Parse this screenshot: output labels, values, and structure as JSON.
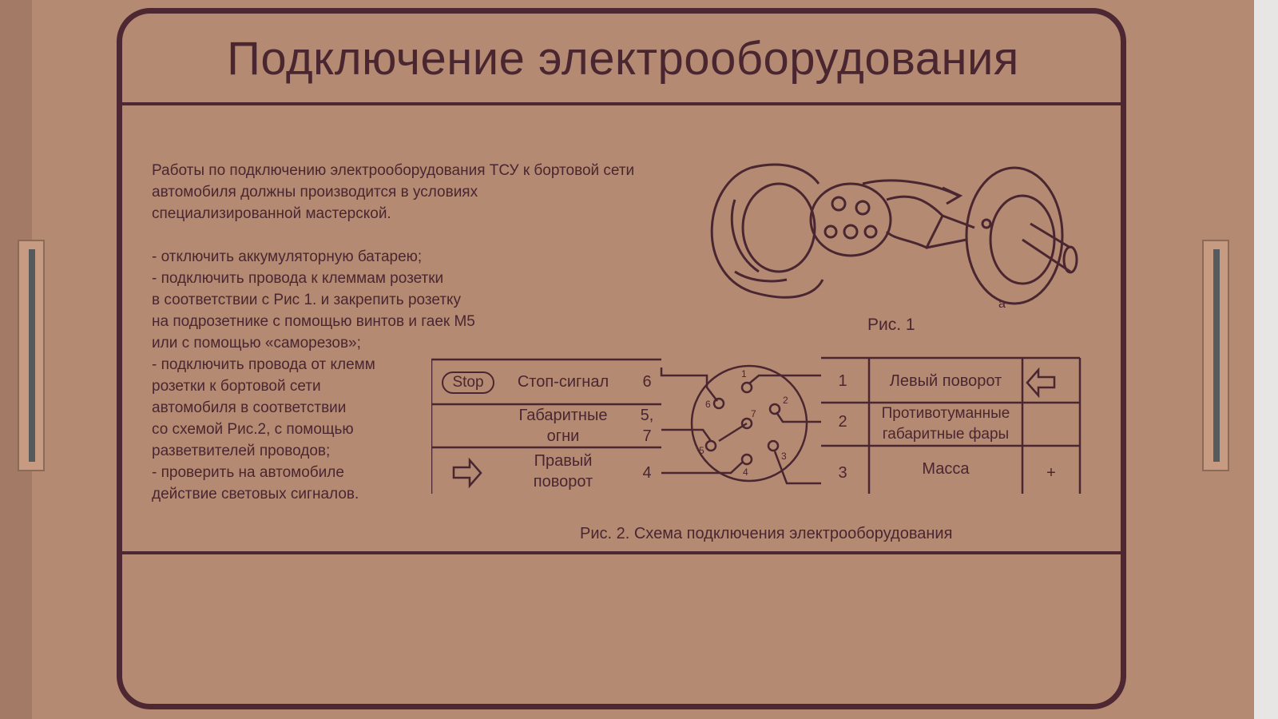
{
  "title": "Подключение электрооборудования",
  "intro": {
    "lines": [
      "Работы по подключению электрооборудования ТСУ к бортовой сети",
      "автомобиля должны производится в условиях",
      "специализированной мастерской.",
      "",
      "- отключить аккумуляторную батарею;",
      "- подключить провода к клеммам розетки",
      "в соответствии с Рис 1. и закрепить розетку",
      "на подрозетнике с помощью винтов и гаек М5",
      "или с помощью «саморезов»;",
      "- подключить провода от клемм",
      "розетки к бортовой сети",
      "автомобиля в соответствии",
      "со схемой Рис.2, с помощью",
      "разветвителей проводов;",
      "- проверить на автомобиле",
      "действие световых сигналов."
    ]
  },
  "fig1": {
    "caption": "Рис. 1",
    "label_a": "a"
  },
  "fig2": {
    "caption": "Рис. 2. Схема подключения электрооборудования",
    "stop_badge": "Stop",
    "left_rows": [
      {
        "label": "Стоп-сигнал",
        "pin": "6"
      },
      {
        "label": "Габаритные\nогни",
        "pin": "5,\n7"
      },
      {
        "label": "Правый\nповорот",
        "pin": "4"
      }
    ],
    "right_rows": [
      {
        "pin": "1",
        "label": "Левый поворот",
        "symbol": ""
      },
      {
        "pin": "2",
        "label": "Противотуманные\nгабаритные фары",
        "symbol": ""
      },
      {
        "pin": "3",
        "label": "Масса",
        "symbol": "+"
      }
    ],
    "socket_pins": [
      "1",
      "2",
      "3",
      "4",
      "5",
      "6",
      "7"
    ]
  },
  "colors": {
    "ink": "#4a2630",
    "cardboard": "#b58a73"
  }
}
